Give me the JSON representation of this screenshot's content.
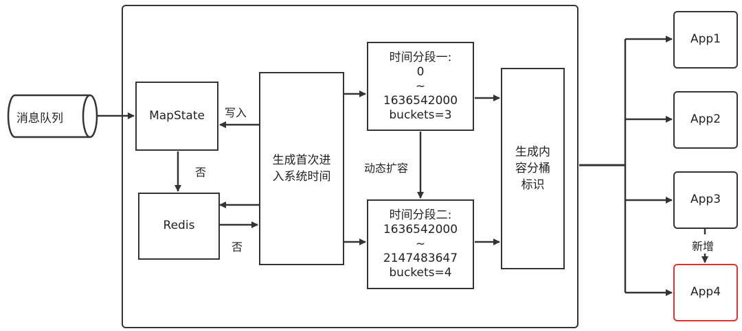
{
  "nodes": {
    "queue": "消息队列",
    "mapstate": "MapState",
    "redis": "Redis",
    "first_time": "生成首次进\n入系统时间",
    "segment1": [
      "时间分段一:",
      "0",
      "~",
      "1636542000",
      "buckets=3"
    ],
    "segment2": [
      "时间分段二:",
      "1636542000",
      "~",
      "2147483647",
      "buckets=4"
    ],
    "bucket_id": "生成内\n容分桶\n标识",
    "apps": [
      "App1",
      "App2",
      "App3",
      "App4"
    ]
  },
  "edges": {
    "write": "写入",
    "no_mapstate": "否",
    "no_redis": "否",
    "expand": "动态扩容",
    "add": "新增"
  },
  "colors": {
    "stroke": "#333333",
    "highlight": "#e03030"
  }
}
